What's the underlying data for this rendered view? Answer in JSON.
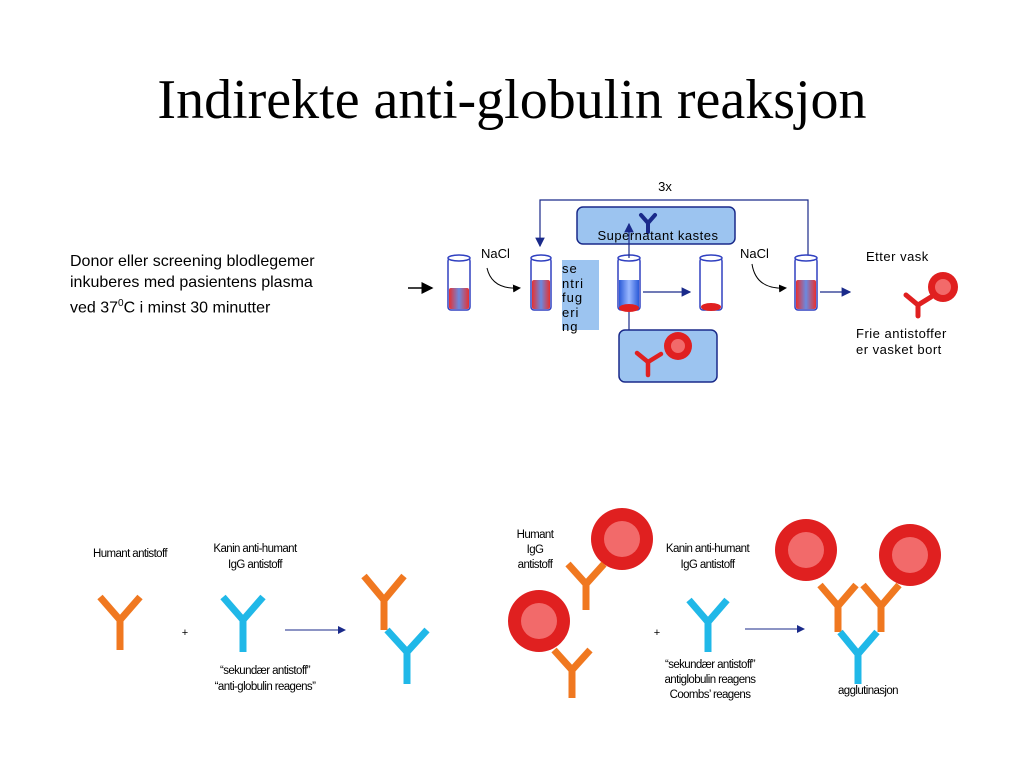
{
  "slide": {
    "title": "Indirekte anti-globulin reaksjon",
    "description": {
      "line1": "Donor eller screening blodlegemer",
      "line2": "inkuberes med pasientens plasma",
      "line3_prefix": "ved 37",
      "line3_sup": "0",
      "line3_suffix": "C i minst 30 minutter"
    }
  },
  "top_diagram": {
    "repeat_label": "3x",
    "supernatant_label": "Supernatant kastes",
    "nacl_label_1": "NaCl",
    "nacl_label_2": "NaCl",
    "centrifugation_lines": [
      "se",
      "ntri",
      "fug",
      "eri",
      "ng"
    ],
    "after_wash_label": "Etter vask",
    "free_antibodies_line1": "Frie antistoffer",
    "free_antibodies_line2": "er vasket bort"
  },
  "bottom_left": {
    "human_antibody_label": "Humant antistoff",
    "rabbit_line1": "Kanin anti-humant",
    "rabbit_line2": "IgG antistoff",
    "plus": "+",
    "secondary_line1": "“sekundær antistoff”",
    "secondary_line2": "“anti-globulin reagens”"
  },
  "bottom_right": {
    "human_igg_line1": "Humant",
    "human_igg_line2": "IgG",
    "human_igg_line3": "antistoff",
    "rabbit_line1": "Kanin anti-humant",
    "rabbit_line2": "IgG antistoff",
    "plus": "+",
    "secondary_line1": "“sekundær antistoff”",
    "secondary_line2": "antiglobulin reagens",
    "secondary_line3": "Coombs’ reagens",
    "agglutination_label": "agglutinasjon"
  },
  "colors": {
    "orange_antibody": "#F07820",
    "cyan_antibody": "#20B8E8",
    "red_cell": "#E02020",
    "red_cell_center": "#F26A6A",
    "panel_blue": "#9CC4F0"
  }
}
